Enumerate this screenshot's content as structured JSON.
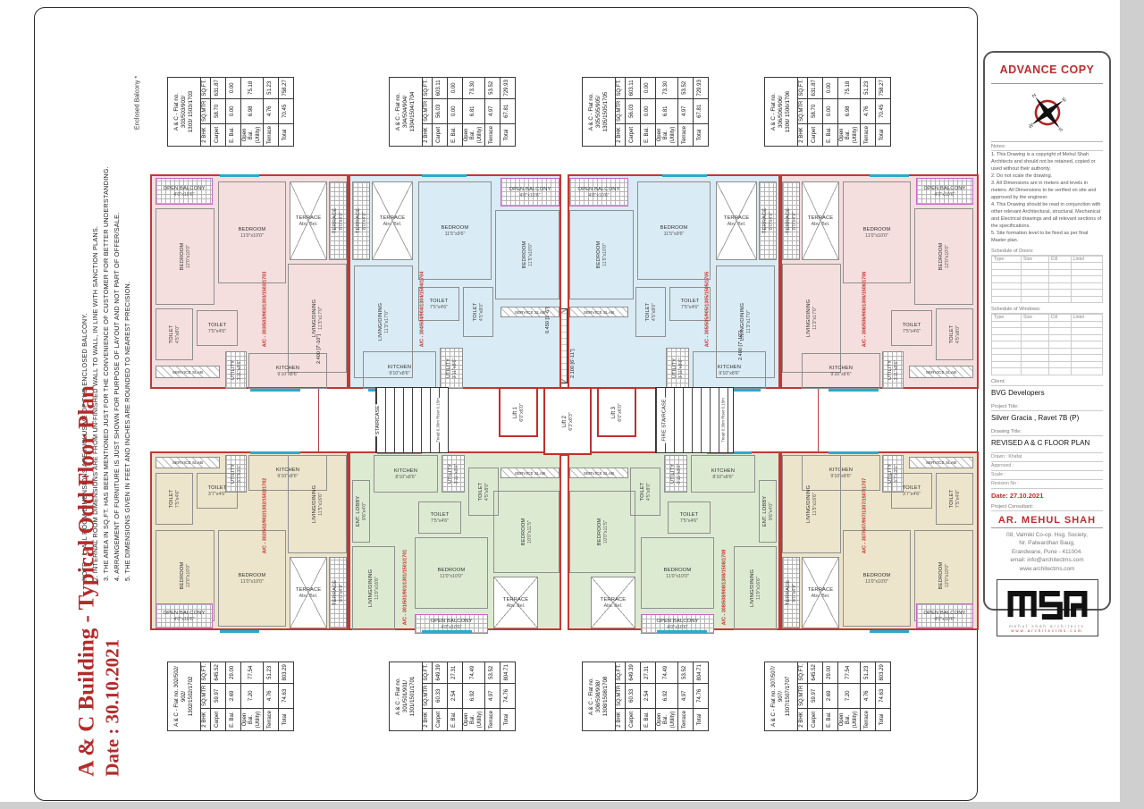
{
  "sheet": {
    "title_vertical": "A & C Building - Typical Odd Floor Plan",
    "date_vertical": "Date : 30.10.2021",
    "enclosed_balcony_note": "Enclosed Balcony *",
    "notes_vertical": [
      "NOTE - 1. ALL ROOM DIMENSIONS ARE INCLUSIVE OF THE ENCLOSED BALCONY.",
      "2. INTERNAL ROOM DIMENSIONS ARE FROM UN-FINISHED WALL TO WALL, IN LINE WITH SANCTION PLANS.",
      "3. THE AREA IN SQ.FT. HAS BEEN MENTIONED JUST FOR THE CONVENIENCE OF CUSTOMER FOR BETTER UNDERSTANDING.",
      "4. ARRANGEMENT OF FURNITURE IS JUST SHOWN FOR PURPOSE OF LAYOUT AND NOT PART OF OFFER/SALE.",
      "5. THE DIMENSIONS GIVEN IN FEET AND INCHES ARE ROUNDED TO NEAREST PRECISION."
    ]
  },
  "area_table_header": {
    "bhk": "2 BHK",
    "sqmtr": "SQ.MTR",
    "sqft": "SQ.FT."
  },
  "area_tables": [
    {
      "title": "A & C - Flat no. 303/503/903/",
      "title2": "1303/ 1503/1703",
      "rows": [
        [
          "Carpet",
          "58.70",
          "631.87"
        ],
        [
          "E. Bal.",
          "0.00",
          "0.00"
        ],
        [
          "Open Bal.(Utility)",
          "6.98",
          "75.18"
        ],
        [
          "Terrace",
          "4.76",
          "51.23"
        ],
        [
          "Total",
          "70.45",
          "758.27"
        ]
      ]
    },
    {
      "title": "A & C - Flat no. 304/504/904/",
      "title2": "1304/1504/1704",
      "rows": [
        [
          "Carpet",
          "56.03",
          "603.11"
        ],
        [
          "E. Bal.",
          "0.00",
          "0.00"
        ],
        [
          "Open Bal.(Utility)",
          "6.81",
          "73.30"
        ],
        [
          "Terrace",
          "4.97",
          "53.52"
        ],
        [
          "Total",
          "67.81",
          "729.93"
        ]
      ]
    },
    {
      "title": "A & C - Flat no. 305/505/905/",
      "title2": "1305/1505/1705",
      "rows": [
        [
          "Carpet",
          "56.03",
          "603.11"
        ],
        [
          "E. Bal.",
          "0.00",
          "0.00"
        ],
        [
          "Open Bal.(Utility)",
          "6.81",
          "73.30"
        ],
        [
          "Terrace",
          "4.97",
          "53.52"
        ],
        [
          "Total",
          "67.81",
          "729.93"
        ]
      ]
    },
    {
      "title": "A & C - Flat no. 306/506/906/",
      "title2": "1306/ 1506/1706",
      "rows": [
        [
          "Carpet",
          "58.70",
          "631.87"
        ],
        [
          "E. Bal.",
          "0.00",
          "0.00"
        ],
        [
          "Open Bal.(Utility)",
          "6.98",
          "75.18"
        ],
        [
          "Terrace",
          "4.76",
          "51.23"
        ],
        [
          "Total",
          "70.45",
          "758.27"
        ]
      ]
    },
    {
      "title": "A & C - Flat no. 302/502/ 902/",
      "title2": "1302/1502/1702",
      "rows": [
        [
          "Carpet",
          "59.97",
          "645.52"
        ],
        [
          "E. Bal.",
          "2.69",
          "29.00"
        ],
        [
          "Open Bal.(Utility)",
          "7.20",
          "77.54"
        ],
        [
          "Terrace",
          "4.76",
          "51.23"
        ],
        [
          "Total",
          "74.63",
          "803.29"
        ]
      ]
    },
    {
      "title": "A & C - Flat no. 301/501/901/",
      "title2": "1301/1501/1701",
      "rows": [
        [
          "Carpet",
          "60.33",
          "649.39"
        ],
        [
          "E. Bal.",
          "2.54",
          "27.31"
        ],
        [
          "Open Bal.(Utility)",
          "6.92",
          "74.49"
        ],
        [
          "Terrace",
          "4.97",
          "53.52"
        ],
        [
          "Total",
          "74.76",
          "804.71"
        ]
      ]
    },
    {
      "title": "A & C - Flat no. 308/508/908/",
      "title2": "1308/1508/1708",
      "rows": [
        [
          "Carpet",
          "60.33",
          "649.39"
        ],
        [
          "E. Bal.",
          "2.54",
          "27.31"
        ],
        [
          "Open Bal.(Utility)",
          "6.92",
          "74.49"
        ],
        [
          "Terrace",
          "4.97",
          "53.52"
        ],
        [
          "Total",
          "74.76",
          "804.71"
        ]
      ]
    },
    {
      "title": "A & C - Flat no. 307/507/ 907/",
      "title2": "1307/1507/1707",
      "rows": [
        [
          "Carpet",
          "59.97",
          "645.52"
        ],
        [
          "E. Bal.",
          "2.69",
          "29.00"
        ],
        [
          "Open Bal.(Utility)",
          "7.20",
          "77.54"
        ],
        [
          "Terrace",
          "4.76",
          "51.23"
        ],
        [
          "Total",
          "74.63",
          "803.29"
        ]
      ]
    }
  ],
  "plan": {
    "room_types": {
      "corner_top": {
        "open_balcony": [
          "OPEN BALCONY",
          "4'0\"x10'6\""
        ],
        "bedroom1": [
          "BEDROOM",
          "12'0\"x10'0\""
        ],
        "bedroom2": [
          "BEDROOM",
          "11'0\"x10'0\""
        ],
        "terrace": [
          "TERRACE",
          "Abv. Bel."
        ],
        "terrace2": [
          "TERRACE",
          "8'0\"x4'9\""
        ],
        "toilet1": [
          "TOILET",
          "4'5\"x8'0\""
        ],
        "toilet2": [
          "TOILET",
          "7'5\"x4'6\""
        ],
        "living": [
          "LIVING/DINING",
          "11'3\"x17'0\""
        ],
        "kitchen": [
          "KITCHEN",
          "9'10\"x8'6\""
        ],
        "utility": [
          "UTILITY",
          "3'11\"x8'6\""
        ],
        "service": [
          "SERVICE SLAB",
          ""
        ]
      },
      "inner_top": {
        "terrace2": [
          "TERRACE",
          "8'0\"x4'9\""
        ],
        "terrace": [
          "TERRACE",
          "Abv. Bel."
        ],
        "bedroom1": [
          "BEDROOM",
          "11'5\"x9'6\""
        ],
        "open_balcony": [
          "OPEN BALCONY",
          "4'0\"x10'6\""
        ],
        "bedroom2": [
          "BEDROOM",
          "11'5\"x10'0\""
        ],
        "living": [
          "LIVING/DINING",
          "11'3\"x17'0\""
        ],
        "toilet1": [
          "TOILET",
          "7'5\"x4'6\""
        ],
        "toilet2": [
          "TOILET",
          "4'5\"x8'0\""
        ],
        "kitchen": [
          "KITCHEN",
          "9'10\"x8'6\""
        ],
        "utility": [
          "UTILITY",
          "3'11\"x8'6\""
        ],
        "service": [
          "SERVICE SLAB",
          ""
        ]
      },
      "corner_bottom": {
        "service": [
          "SERVICE SLAB",
          ""
        ],
        "utility": [
          "UTILITY",
          "3'7\"x3'0\""
        ],
        "kitchen": [
          "KITCHEN",
          "9'10\"x8'6\""
        ],
        "toilet2": [
          "TOILET",
          "3'7\"x4'6\""
        ],
        "toilet1": [
          "TOILET",
          "7'5\"x4'6\""
        ],
        "living": [
          "LIVING/DINING",
          "11'5\"x16'6\""
        ],
        "bedroom1": [
          "BEDROOM",
          "12'0\"x10'0\""
        ],
        "bedroom2": [
          "BEDROOM",
          "11'0\"x10'0\""
        ],
        "terrace": [
          "TERRACE",
          "Abv. Bel."
        ],
        "terrace2": [
          "TERRACE",
          "8'0\"x4'9\""
        ],
        "open_balcony": [
          "OPEN BALCONY",
          "4'0\"x10'6\""
        ]
      },
      "inner_bottom": {
        "ent_lobby": [
          "ENT. LOBBY",
          "9'6\"x4'0\""
        ],
        "kitchen": [
          "KITCHEN",
          "8'10\"x8'6\""
        ],
        "utility": [
          "UTILITY",
          "3'11\"x3'0\""
        ],
        "toilet2": [
          "TOILET",
          "4'5\"x8'0\""
        ],
        "toilet1": [
          "TOILET",
          "7'5\"x4'6\""
        ],
        "service": [
          "SERVICE SLAB",
          ""
        ],
        "living": [
          "LIVING/DINING",
          "11'0\"x16'6\""
        ],
        "bedroom1": [
          "BEDROOM",
          "11'0\"x10'0\""
        ],
        "bedroom2": [
          "BEDROOM",
          "10'0\"x11'5\""
        ],
        "terrace": [
          "TERRACE",
          "Abv. Bel."
        ],
        "open_balcony": [
          "OPEN BALCONY",
          "4'0\"x10'6\""
        ]
      }
    },
    "flats": [
      {
        "id": "flat-303",
        "type": "corner_top",
        "code": "A/C - 303/503/903/1303/1503/1703"
      },
      {
        "id": "flat-304",
        "type": "inner_top",
        "code": "A/C - 304/504/904/1304/1504/1704"
      },
      {
        "id": "flat-305",
        "type": "inner_top",
        "code": "A/C - 305/505/905/1305/1505/1705"
      },
      {
        "id": "flat-306",
        "type": "corner_top",
        "code": "A/C - 306/506/906/1306/1506/1706"
      },
      {
        "id": "flat-302",
        "type": "corner_bottom",
        "code": "A/C - 302/502/902/1302/1502/1702"
      },
      {
        "id": "flat-301",
        "type": "inner_bottom",
        "code": "A/C - 301/501/901/1301/1501/1701"
      },
      {
        "id": "flat-308",
        "type": "inner_bottom",
        "code": "A/C - 308/508/908/1308/1508/1708"
      },
      {
        "id": "flat-307",
        "type": "corner_bottom",
        "code": "A/C - 307/507/907/1307/1507/1707"
      }
    ],
    "core": {
      "staircase_label": "STAIRCASE",
      "staircase_note": "Tread 0.30m Riser 0.15m",
      "fire_staircase_label": "FIRE STAIRCASE",
      "fire_staircase_note": "Tread 0.30m Riser 0.15m",
      "lifts": [
        {
          "label": "Lift 1",
          "dim": "6'0\"x6'0\""
        },
        {
          "label": "Lift 2",
          "dim": "6'3\"x8'3\""
        },
        {
          "label": "Lift 3",
          "dim": "6'0\"x6'0\""
        }
      ],
      "dims": [
        "2.400 [7'-10\"]",
        "0.450 [1'-6\"]",
        "2.100 [6'-11\"]",
        "2.400 [7'-10\"]"
      ]
    },
    "colors": {
      "pink_flat": "#f4dede",
      "blue_flat": "#d9ebf4",
      "tan_flat": "#ece4cb",
      "green_flat": "#dcead2",
      "wall_red": "#bf3a34",
      "window_cyan": "#2fa8cc",
      "balcony_magenta": "#c86ac8"
    }
  },
  "title_block": {
    "stamp": "ADVANCE COPY",
    "compass_letters": [
      "N",
      "E",
      "S",
      "W"
    ],
    "notes_label": "Notes:",
    "notes": [
      "1. This Drawing is a copyright of Mehul Shah Architects and should not be retained, copied or used without their authority.",
      "2. Do not scale the drawing.",
      "3. All Dimensions are in meters and levels in meters. All Dimensions to be verified on site and approved by the engineer.",
      "4. This Drawing should be read in conjunction with other relevant Architectural, structural, Mechanical and Electrical drawings and all relevant sections of the specifications.",
      "5. Site formation level to be fixed as per final Master plan."
    ],
    "doors_label": "Schedule of Doors:",
    "windows_label": "Schedule of Windows:",
    "schedule_headers": [
      "Type",
      "Size",
      "Cill",
      "Lintel"
    ],
    "client_label": "Client:",
    "client": "BVG Developers",
    "project_label": "Project Title:",
    "project": "Silver Gracia , Ravet 7B (P)",
    "drawing_label": "Drawing Title:",
    "drawing": "REVISED A & C FLOOR PLAN",
    "meta_rows": [
      "Drawn : Khafat",
      "Approved :",
      "Scale :",
      "Revision No :"
    ],
    "date": "Date: 27.10.2021",
    "consultant_label": "Project Consultant:",
    "architect": "AR. MEHUL SHAH",
    "address": [
      "08, Valmiki Co-op. Hsg. Society,",
      "Nr. Patwardhan Baug,",
      "Erandwane, Pune - 411004.",
      "email: info@architectms.com",
      "www.architectms.com"
    ],
    "logo_sub1": "mehul shah architects",
    "logo_sub2": "www.architectms.com"
  }
}
